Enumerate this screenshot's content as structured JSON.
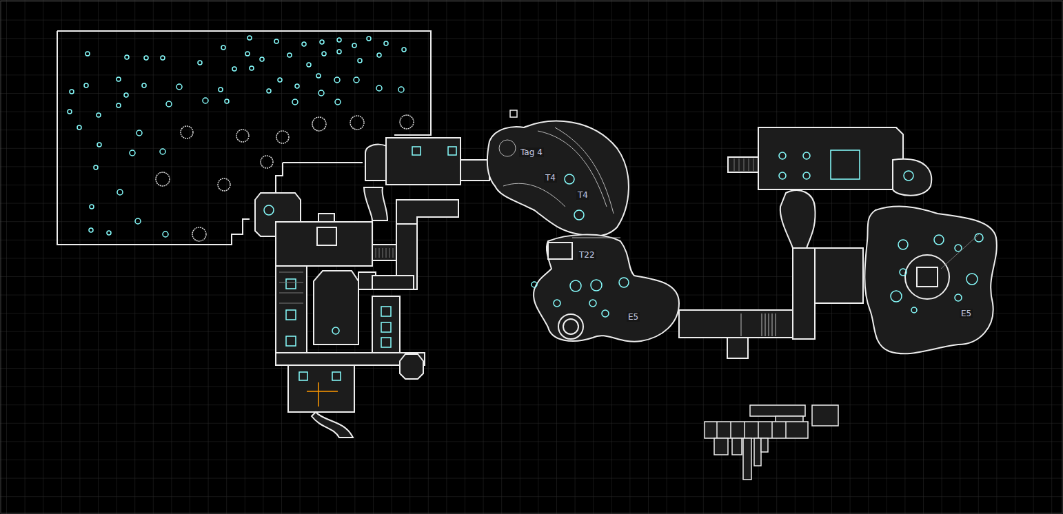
{
  "diagram": {
    "labels": [
      "Tag 4",
      "T4",
      "T4",
      "T22",
      "E5",
      "E5"
    ]
  }
}
